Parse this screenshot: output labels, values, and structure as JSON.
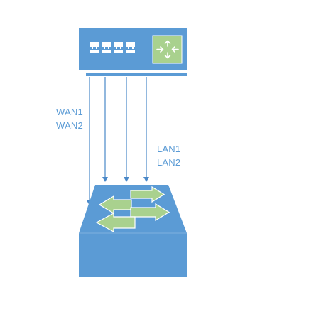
{
  "colors": {
    "device_blue": "#5b9bd5",
    "device_blue_dark": "#4f8fcf",
    "line_blue": "#4a88c8",
    "label_blue": "#5b9bd5",
    "router_icon_bg": "#a9d18e",
    "switch_arrow_green": "#a9d18e",
    "white": "#ffffff"
  },
  "router": {
    "port_count": 4,
    "icon": "router-arrows-icon"
  },
  "switch": {
    "icon": "switch-arrows-icon"
  },
  "labels": {
    "wan1": "WAN1",
    "wan2": "WAN2",
    "lan1": "LAN1",
    "lan2": "LAN2"
  },
  "links": [
    {
      "name": "wan1-link",
      "from": "router",
      "to": "switch"
    },
    {
      "name": "wan2-link",
      "from": "router",
      "to": "switch"
    },
    {
      "name": "lan1-link",
      "from": "router",
      "to": "switch"
    },
    {
      "name": "lan2-link",
      "from": "router",
      "to": "switch"
    }
  ]
}
